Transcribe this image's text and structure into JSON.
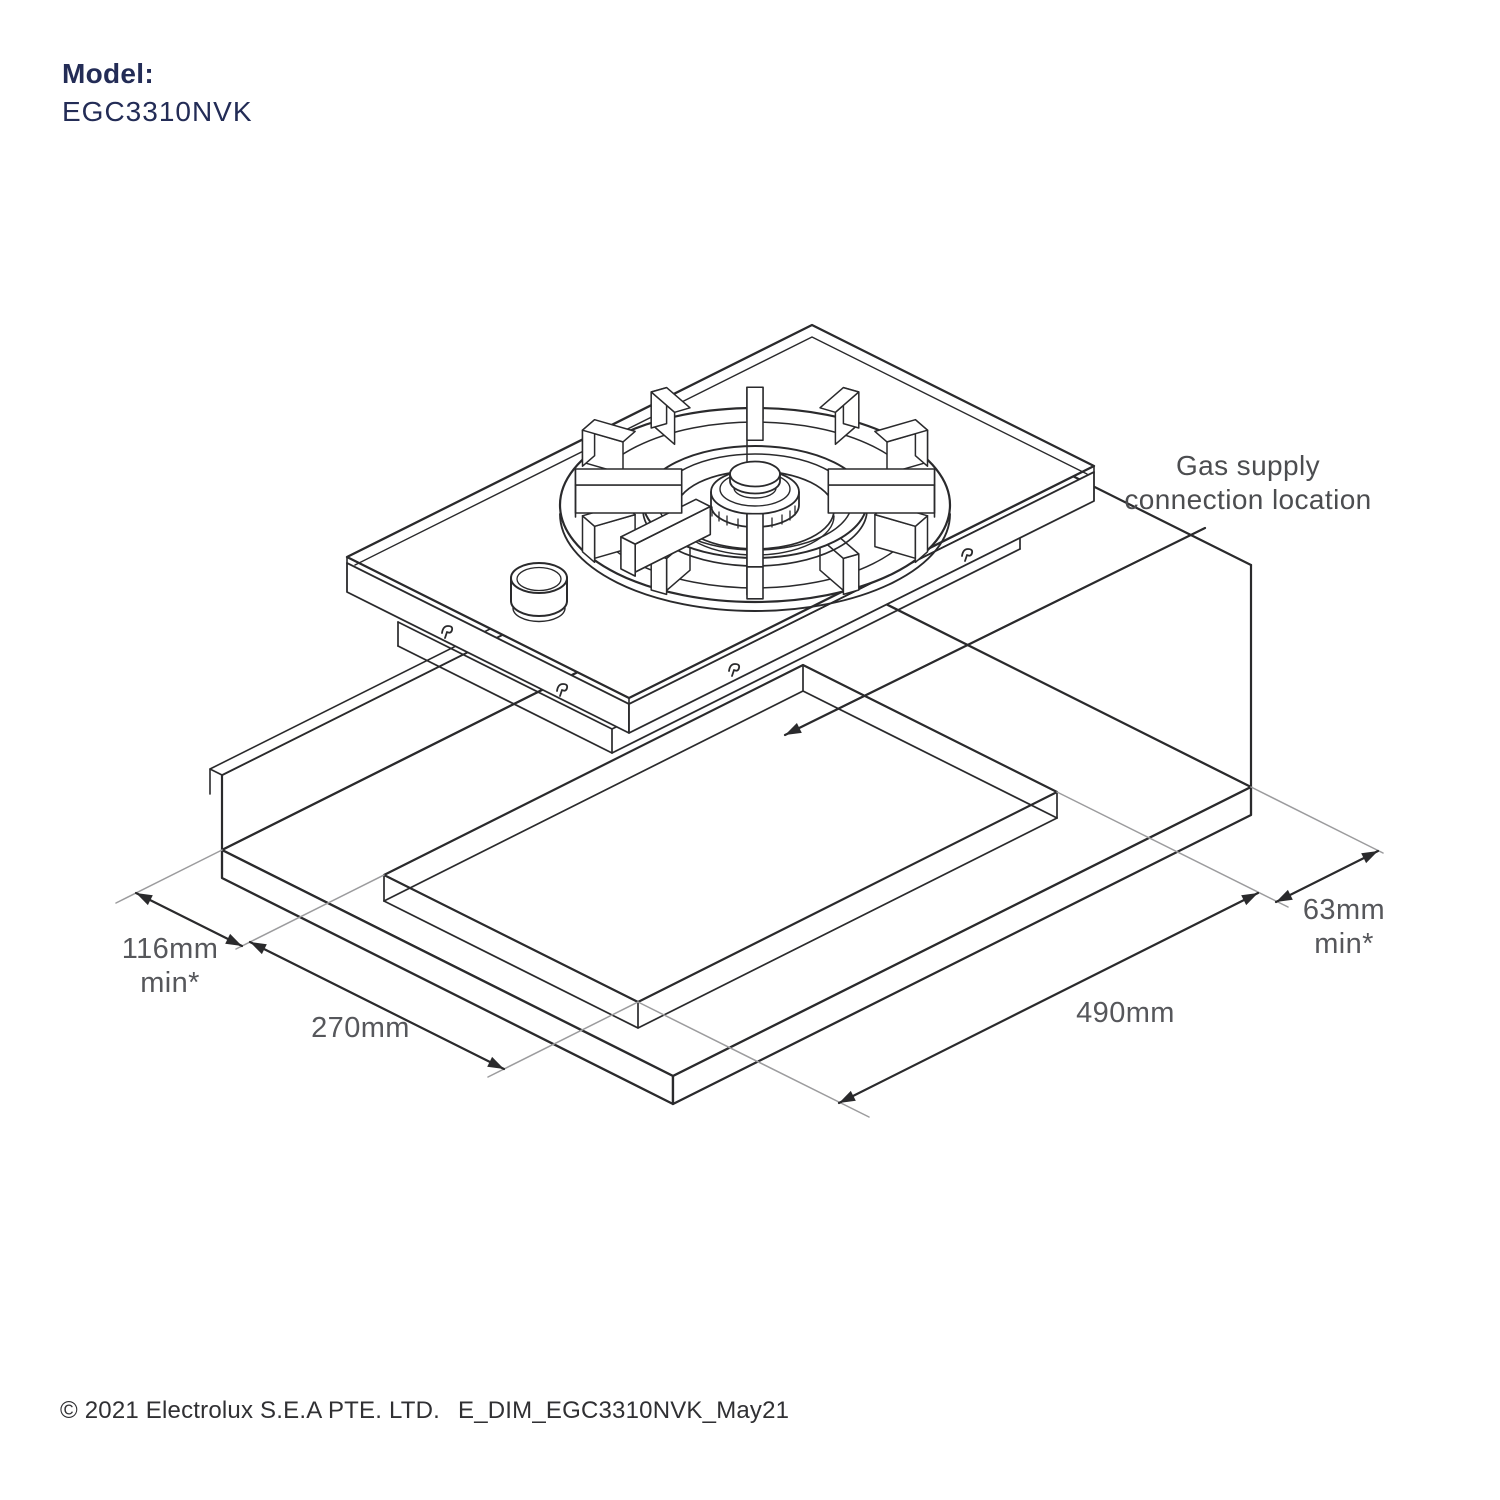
{
  "header": {
    "model_label": "Model:",
    "model_number": "EGC3310NVK"
  },
  "diagram": {
    "type": "installation-dimension-drawing",
    "product": "single burner gas hob on countertop cutout",
    "annotation": {
      "line1": "Gas supply",
      "line2": "connection location"
    },
    "dimensions": {
      "left_clearance": {
        "value": "116mm",
        "qualifier": "min*"
      },
      "cutout_width": {
        "value": "270mm",
        "qualifier": ""
      },
      "cutout_length": {
        "value": "490mm",
        "qualifier": ""
      },
      "right_clearance": {
        "value": "63mm",
        "qualifier": "min*"
      }
    },
    "colors": {
      "line": "#2a2a2c",
      "extension_line": "#9c9c9e",
      "model_text": "#232c56",
      "dimension_text": "#56575b",
      "annotation_text": "#4c4d50"
    }
  },
  "footer": {
    "copyright": "© 2021 Electrolux S.E.A PTE. LTD.",
    "doc_id": "E_DIM_EGC3310NVK_May21"
  }
}
